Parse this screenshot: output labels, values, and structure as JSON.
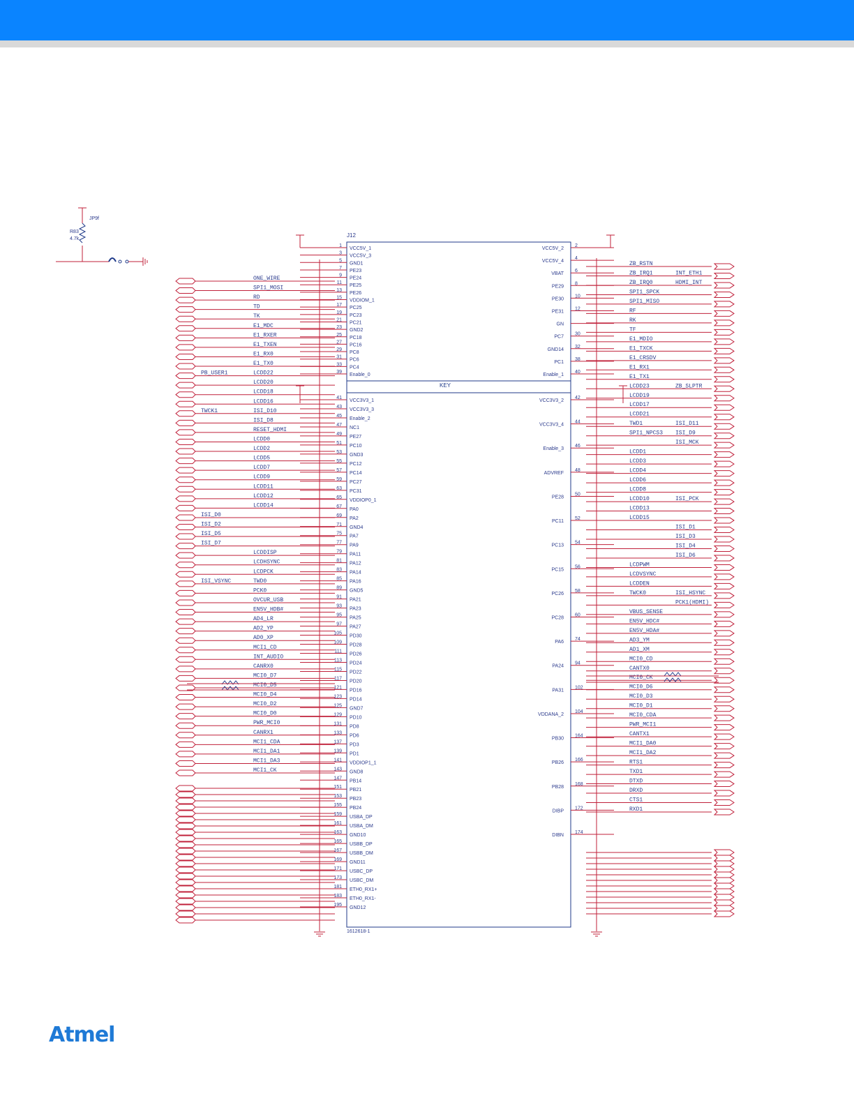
{
  "colors": {
    "header": "#0a84ff",
    "wire": "#c0203a",
    "body": "#1f3a8a",
    "text": "#2b3a8c",
    "logo": "#1f7ad6"
  },
  "logo": "Atmel",
  "jumper": {
    "ref": "JP9f",
    "resistor": "R83",
    "value": "4.7k"
  },
  "connector": {
    "ref": "J12",
    "part": "1612618-1",
    "key": "KEY"
  },
  "left_pins": [
    [
      "1",
      "VCC5V_1"
    ],
    [
      "3",
      "VCC5V_3"
    ],
    [
      "5",
      "GND1"
    ],
    [
      "7",
      "PE23"
    ],
    [
      "9",
      "PE24"
    ],
    [
      "11",
      "PE25"
    ],
    [
      "13",
      "PE26"
    ],
    [
      "15",
      "VDDIOM_1"
    ],
    [
      "17",
      "PC25"
    ],
    [
      "19",
      "PC23"
    ],
    [
      "21",
      "PC21"
    ],
    [
      "23",
      "GND2"
    ],
    [
      "25",
      "PC18"
    ],
    [
      "27",
      "PC16"
    ],
    [
      "29",
      "PC8"
    ],
    [
      "31",
      "PC6"
    ],
    [
      "33",
      "PC4"
    ],
    [
      "39",
      "Enable_0"
    ],
    [
      "41",
      "VCC3V3_1"
    ],
    [
      "43",
      "VCC3V3_3"
    ],
    [
      "45",
      "Enable_2"
    ],
    [
      "47",
      "NC1"
    ],
    [
      "49",
      "PE27"
    ],
    [
      "51",
      "PC10"
    ],
    [
      "53",
      "GND3"
    ],
    [
      "55",
      "PC12"
    ],
    [
      "57",
      "PC14"
    ],
    [
      "59",
      "PC27"
    ],
    [
      "63",
      "PC31"
    ],
    [
      "65",
      "VDDIOP0_1"
    ],
    [
      "67",
      "PA0"
    ],
    [
      "69",
      "PA2"
    ],
    [
      "71",
      "GND4"
    ],
    [
      "75",
      "PA7"
    ],
    [
      "77",
      "PA9"
    ],
    [
      "79",
      "PA11"
    ],
    [
      "81",
      "PA12"
    ],
    [
      "83",
      "PA14"
    ],
    [
      "85",
      "PA16"
    ],
    [
      "89",
      "GND5"
    ],
    [
      "91",
      "PA21"
    ],
    [
      "93",
      "PA23"
    ],
    [
      "95",
      "PA25"
    ],
    [
      "97",
      "PA27"
    ],
    [
      "105",
      "PD30"
    ],
    [
      "109",
      "PD28"
    ],
    [
      "111",
      "PD26"
    ],
    [
      "113",
      "PD24"
    ],
    [
      "115",
      "PD22"
    ],
    [
      "117",
      "PD20"
    ],
    [
      "121",
      "PD16"
    ],
    [
      "123",
      "PD14"
    ],
    [
      "125",
      "GND7"
    ],
    [
      "129",
      "PD10"
    ],
    [
      "131",
      "PD8"
    ],
    [
      "133",
      "PD6"
    ],
    [
      "137",
      "PD3"
    ],
    [
      "139",
      "PD1"
    ],
    [
      "141",
      "VDDIOP1_1"
    ],
    [
      "143",
      "GND8"
    ],
    [
      "147",
      "PB14"
    ],
    [
      "151",
      "PB21"
    ],
    [
      "153",
      "PB23"
    ],
    [
      "155",
      "PB24"
    ],
    [
      "159",
      "USBA_DP"
    ],
    [
      "161",
      "USBA_DM"
    ],
    [
      "163",
      "GND10"
    ],
    [
      "165",
      "USBB_DP"
    ],
    [
      "167",
      "USBB_DM"
    ],
    [
      "169",
      "GND11"
    ],
    [
      "171",
      "USBC_DP"
    ],
    [
      "173",
      "USBC_DM"
    ],
    [
      "181",
      "ETH0_RX1+"
    ],
    [
      "183",
      "ETH0_RX1-"
    ],
    [
      "195",
      "GND12"
    ]
  ],
  "right_pins": [
    [
      "2",
      "VCC5V_2"
    ],
    [
      "4",
      "VCC5V_4"
    ],
    [
      "6",
      "VBAT"
    ],
    [
      "8",
      "PE29"
    ],
    [
      "10",
      "PE30"
    ],
    [
      "12",
      "PE31"
    ],
    [
      "",
      "GN"
    ],
    [
      "30",
      "PC7"
    ],
    [
      "32",
      "GND14"
    ],
    [
      "38",
      "PC1"
    ],
    [
      "40",
      "Enable_1"
    ],
    [
      "42",
      "VCC3V3_2"
    ],
    [
      "44",
      "VCC3V3_4"
    ],
    [
      "46",
      "Enable_3"
    ],
    [
      "48",
      "ADVREF"
    ],
    [
      "50",
      "PE28"
    ],
    [
      "52",
      "PC11"
    ],
    [
      "54",
      "PC13"
    ],
    [
      "56",
      "PC15"
    ],
    [
      "58",
      "PC26"
    ],
    [
      "60",
      "PC28"
    ],
    [
      "74",
      "PA6"
    ],
    [
      "94",
      "PA24"
    ],
    [
      "102",
      "PA31"
    ],
    [
      "104",
      "VDDANA_2"
    ],
    [
      "164",
      "PB30"
    ],
    [
      "166",
      "PB26"
    ],
    [
      "168",
      "PB28"
    ],
    [
      "172",
      "DIBP"
    ],
    [
      "174",
      "DIBN"
    ]
  ],
  "left_nets": [
    [
      "",
      "ONE_WIRE"
    ],
    [
      "",
      "SPI1_MOSI"
    ],
    [
      "",
      "RD"
    ],
    [
      "",
      "TD"
    ],
    [
      "",
      "TK"
    ],
    [
      "",
      "E1_MDC"
    ],
    [
      "",
      "E1_RXER"
    ],
    [
      "",
      "E1_TXEN"
    ],
    [
      "",
      "E1_RX0"
    ],
    [
      "",
      "E1_TX0"
    ],
    [
      "PB_USER1",
      "LCDD22"
    ],
    [
      "",
      "LCDD20"
    ],
    [
      "",
      "LCDD18"
    ],
    [
      "",
      "LCDD16"
    ],
    [
      "TWCK1",
      "ISI_D10"
    ],
    [
      "",
      "ISI_D8"
    ],
    [
      "",
      "RESET_HDMI"
    ],
    [
      "",
      "LCDD0"
    ],
    [
      "",
      "LCDD2"
    ],
    [
      "",
      "LCDD5"
    ],
    [
      "",
      "LCDD7"
    ],
    [
      "",
      "LCDD9"
    ],
    [
      "",
      "LCDD11"
    ],
    [
      "",
      "LCDD12"
    ],
    [
      "",
      "LCDD14"
    ],
    [
      "ISI_D0",
      ""
    ],
    [
      "ISI_D2",
      ""
    ],
    [
      "ISI_D5",
      ""
    ],
    [
      "ISI_D7",
      ""
    ],
    [
      "",
      "LCDDISP"
    ],
    [
      "",
      "LCDHSYNC"
    ],
    [
      "",
      "LCDPCK"
    ],
    [
      "ISI_VSYNC",
      "TWD0"
    ],
    [
      "",
      "PCK0"
    ],
    [
      "",
      "OVCUR_USB"
    ],
    [
      "",
      "EN5V_HDB#"
    ],
    [
      "",
      "AD4_LR"
    ],
    [
      "",
      "AD2_YP"
    ],
    [
      "",
      "AD0_XP"
    ],
    [
      "",
      "MCI1_CD"
    ],
    [
      "",
      "INT_AUDIO"
    ],
    [
      "",
      "CANRX0"
    ],
    [
      "",
      "MCI0_D7"
    ],
    [
      "",
      "MCI0_D5"
    ],
    [
      "",
      "MCI0_D4"
    ],
    [
      "",
      "MCI0_D2"
    ],
    [
      "",
      "MCI0_D0"
    ],
    [
      "",
      "PWR_MCI0"
    ],
    [
      "",
      "CANRX1"
    ],
    [
      "",
      "MCI1_CDA"
    ],
    [
      "",
      "MCI1_DA1"
    ],
    [
      "",
      "MCI1_DA3"
    ],
    [
      "",
      "MCI1_CK"
    ]
  ],
  "right_nets": [
    [
      "ZB_RSTN",
      ""
    ],
    [
      "ZB_IRQ1",
      "INT_ETH1"
    ],
    [
      "ZB_IRQ0",
      "HDMI_INT"
    ],
    [
      "SPI1_SPCK",
      ""
    ],
    [
      "SPI1_MISO",
      ""
    ],
    [
      "RF",
      ""
    ],
    [
      "RK",
      ""
    ],
    [
      "TF",
      ""
    ],
    [
      "E1_MDIO",
      ""
    ],
    [
      "E1_TXCK",
      ""
    ],
    [
      "E1_CRSDV",
      ""
    ],
    [
      "E1_RX1",
      ""
    ],
    [
      "E1_TX1",
      ""
    ],
    [
      "LCDD23",
      "ZB_SLPTR"
    ],
    [
      "LCDD19",
      ""
    ],
    [
      "LCDD17",
      ""
    ],
    [
      "LCDD21",
      ""
    ],
    [
      "TWD1",
      "ISI_D11"
    ],
    [
      "SPI1_NPCS3",
      "ISI_D9"
    ],
    [
      "",
      "ISI_MCK"
    ],
    [
      "LCDD1",
      ""
    ],
    [
      "LCDD3",
      ""
    ],
    [
      "LCDD4",
      ""
    ],
    [
      "LCDD6",
      ""
    ],
    [
      "LCDD8",
      ""
    ],
    [
      "LCDD10",
      "ISI_PCK"
    ],
    [
      "LCDD13",
      ""
    ],
    [
      "LCDD15",
      ""
    ],
    [
      "",
      "ISI_D1"
    ],
    [
      "",
      "ISI_D3"
    ],
    [
      "",
      "ISI_D4"
    ],
    [
      "",
      "ISI_D6"
    ],
    [
      "LCDPWM",
      ""
    ],
    [
      "LCDVSYNC",
      ""
    ],
    [
      "LCDDEN",
      ""
    ],
    [
      "TWCK0",
      "ISI_HSYNC"
    ],
    [
      "",
      "PCK1(HDMI)"
    ],
    [
      "VBUS_SENSE",
      ""
    ],
    [
      "EN5V_HDC#",
      ""
    ],
    [
      "EN5V_HDA#",
      ""
    ],
    [
      "AD3_YM",
      ""
    ],
    [
      "AD1_XM",
      ""
    ],
    [
      "MCI0_CD",
      ""
    ],
    [
      "CANTX0",
      ""
    ],
    [
      "MCI0_CK",
      ""
    ],
    [
      "MCI0_D6",
      ""
    ],
    [
      "MCI0_D3",
      ""
    ],
    [
      "MCI0_D1",
      ""
    ],
    [
      "MCI0_CDA",
      ""
    ],
    [
      "PWR_MCI1",
      ""
    ],
    [
      "CANTX1",
      ""
    ],
    [
      "MCI1_DA0",
      ""
    ],
    [
      "MCI1_DA2",
      ""
    ],
    [
      "RTS1",
      ""
    ],
    [
      "TXD1",
      ""
    ],
    [
      "DTXD",
      ""
    ],
    [
      "DRXD",
      ""
    ],
    [
      "CTS1",
      ""
    ],
    [
      "RXD1",
      ""
    ]
  ]
}
